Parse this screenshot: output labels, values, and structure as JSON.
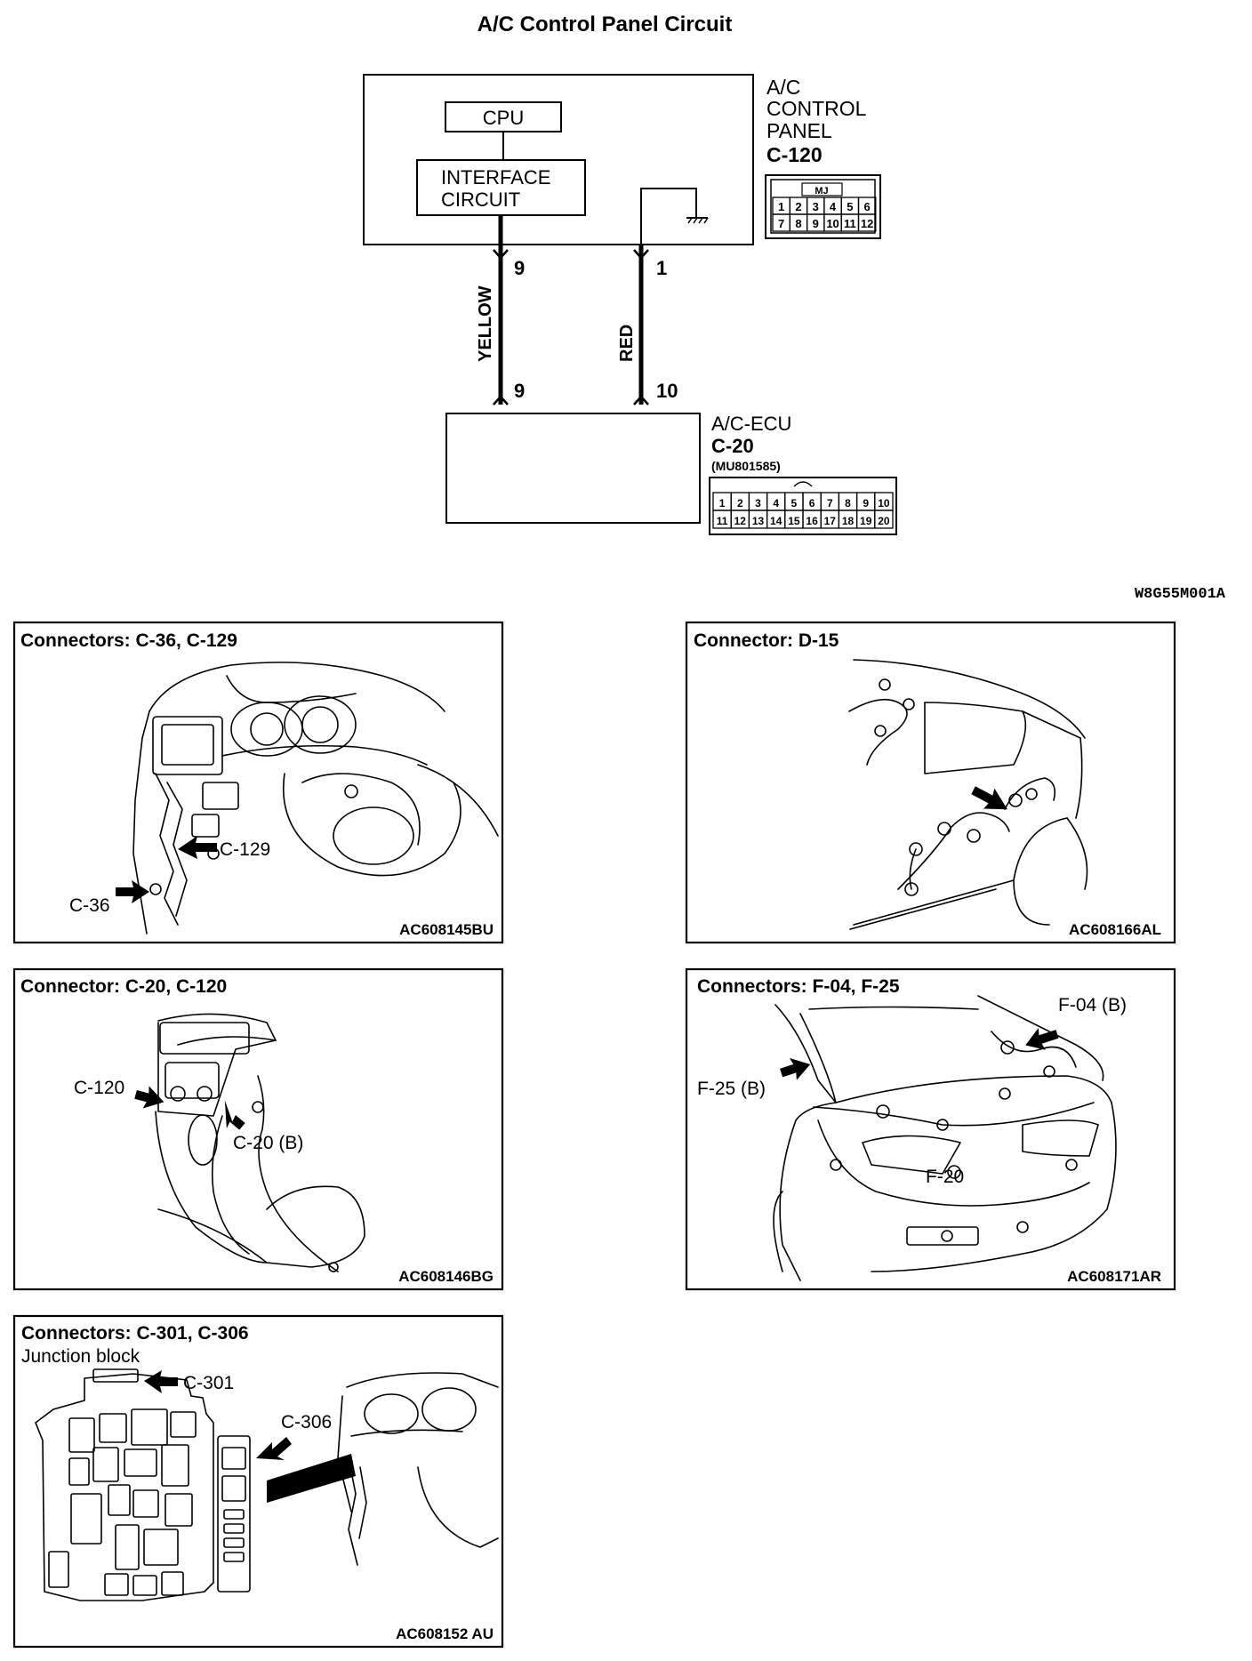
{
  "title": "A/C Control Panel Circuit",
  "schematic": {
    "cpu_label": "CPU",
    "interface_label_1": "INTERFACE",
    "interface_label_2": "CIRCUIT",
    "panel_name_1": "A/C",
    "panel_name_2": "CONTROL",
    "panel_name_3": "PANEL",
    "panel_connector": "C-120",
    "panel_connector_code": "MJ",
    "panel_pins_row1": [
      "1",
      "2",
      "3",
      "4",
      "5",
      "6"
    ],
    "panel_pins_row2": [
      "7",
      "8",
      "9",
      "10",
      "11",
      "12"
    ],
    "wire1": {
      "color_label": "YELLOW",
      "top_pin": "9",
      "bottom_pin": "9"
    },
    "wire2": {
      "color_label": "RED",
      "top_pin": "1",
      "bottom_pin": "10"
    },
    "ecu_name": "A/C-ECU",
    "ecu_connector": "C-20",
    "ecu_part_number": "(MU801585)",
    "ecu_pins_row1": [
      "1",
      "2",
      "3",
      "4",
      "5",
      "6",
      "7",
      "8",
      "9",
      "10"
    ],
    "ecu_pins_row2": [
      "11",
      "12",
      "13",
      "14",
      "15",
      "16",
      "17",
      "18",
      "19",
      "20"
    ],
    "figure_code": "W8G55M001A"
  },
  "panels": [
    {
      "title": "Connectors: C-36, C-129",
      "code": "AC608145BU",
      "callouts": [
        "C-129",
        "C-36"
      ]
    },
    {
      "title": "Connector: D-15",
      "code": "AC608166AL",
      "callouts": []
    },
    {
      "title": "Connector: C-20, C-120",
      "code": "AC608146BG",
      "callouts": [
        "C-120",
        "C-20 (B)"
      ]
    },
    {
      "title": "Connectors: F-04, F-25",
      "code": "AC608171AR",
      "callouts": [
        "F-04 (B)",
        "F-25 (B)",
        "F-20"
      ]
    },
    {
      "title": "Connectors: C-301, C-306",
      "subtitle": "Junction block",
      "code": "AC608152 AU",
      "callouts": [
        "C-301",
        "C-306"
      ]
    }
  ]
}
